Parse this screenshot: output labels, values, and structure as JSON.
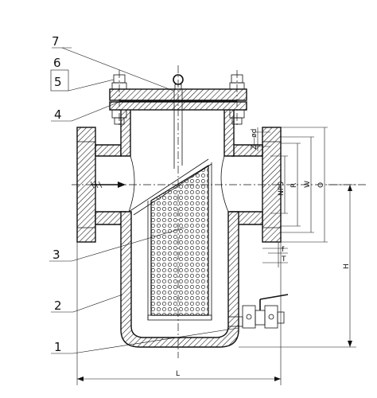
{
  "part_labels": [
    "7",
    "6",
    "5",
    "4",
    "3",
    "2",
    "1"
  ],
  "dimension_labels": {
    "z_d": "Z—ød",
    "nps": "NPS",
    "r": "R",
    "w": "W",
    "o": "O",
    "f": "f",
    "t": "T",
    "h": "H",
    "l": "L"
  }
}
